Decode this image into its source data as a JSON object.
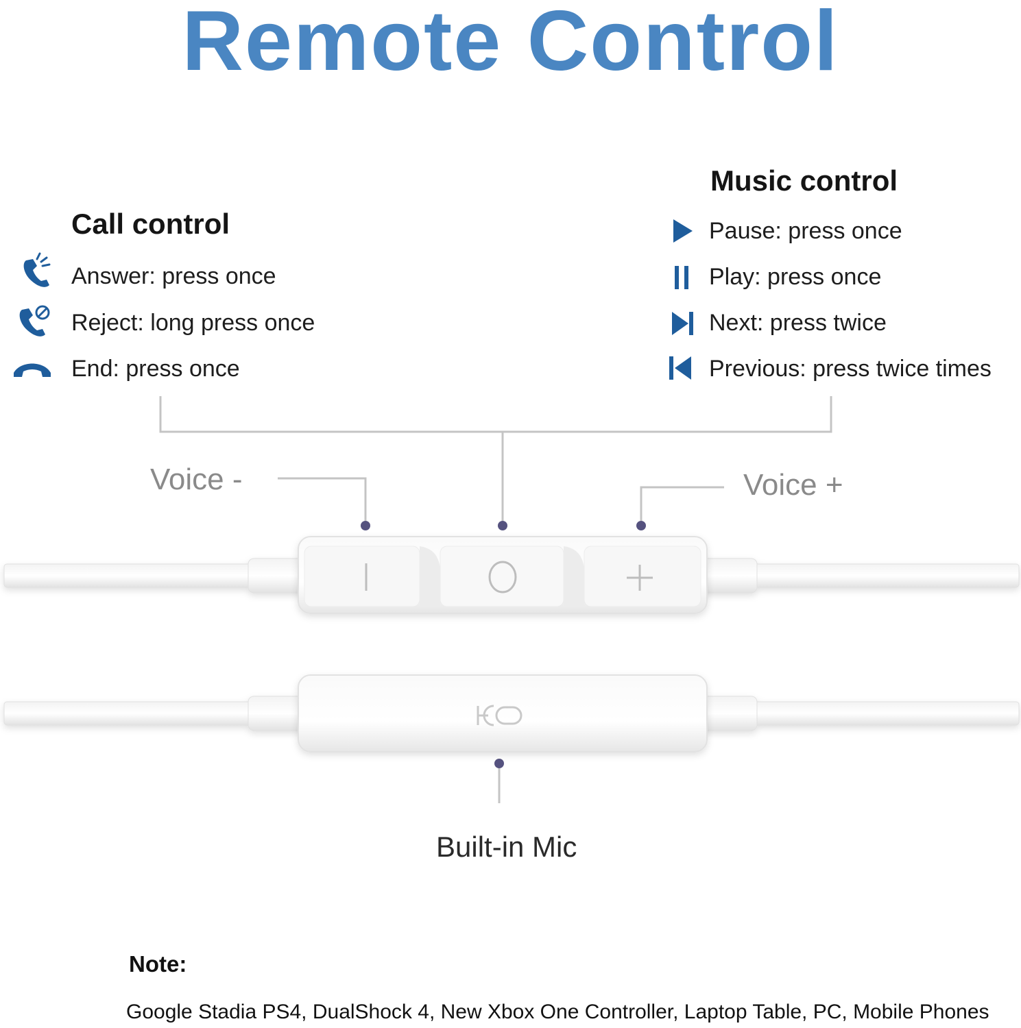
{
  "title": "Remote Control",
  "call_control": {
    "heading": "Call control",
    "items": [
      {
        "label": "Answer: press once",
        "icon": "phone-answer-icon"
      },
      {
        "label": "Reject: long press once",
        "icon": "phone-reject-icon"
      },
      {
        "label": "End: press once",
        "icon": "phone-end-icon"
      }
    ]
  },
  "music_control": {
    "heading": "Music control",
    "items": [
      {
        "label": "Pause: press once",
        "icon": "play-icon"
      },
      {
        "label": "Play: press once",
        "icon": "pause-icon"
      },
      {
        "label": "Next: press twice",
        "icon": "next-track-icon"
      },
      {
        "label": "Previous: press twice times",
        "icon": "previous-track-icon"
      }
    ]
  },
  "remote": {
    "voice_down": "Voice -",
    "voice_up": "Voice +",
    "mic_label": "Built-in Mic"
  },
  "note": {
    "heading": "Note:",
    "text": "Google Stadia PS4, DualShock 4, New Xbox One Controller, Laptop Table, PC, Mobile Phones"
  },
  "colors": {
    "title": "#4a86c2",
    "icon": "#1f5d9c",
    "dot": "#55527f",
    "connector": "#c4c4c4"
  }
}
